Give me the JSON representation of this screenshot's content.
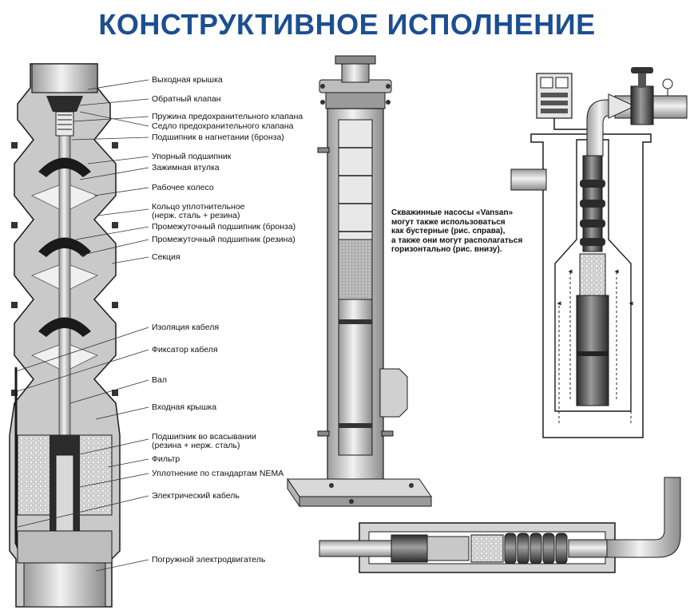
{
  "title": "КОНСТРУКТИВНОЕ ИСПОЛНЕНИЕ",
  "labels": [
    {
      "id": "outlet-cover",
      "text": "Выходная крышка",
      "lines": 1
    },
    {
      "id": "check-valve",
      "text": "Обратный клапан",
      "lines": 1
    },
    {
      "id": "safety-valve-spring",
      "text": "Пружина предохранительного клапана",
      "lines": 1
    },
    {
      "id": "safety-valve-seat",
      "text": "Седло предохранительного клапана",
      "lines": 1
    },
    {
      "id": "discharge-bearing",
      "text": "Подшипник в нагнетании (бронза)",
      "lines": 1
    },
    {
      "id": "thrust-bearing",
      "text": "Упорный подшипник",
      "lines": 1
    },
    {
      "id": "clamp-sleeve",
      "text": "Зажимная втулка",
      "lines": 1
    },
    {
      "id": "impeller",
      "text": "Рабочее колесо",
      "lines": 1
    },
    {
      "id": "seal-ring",
      "text": "Кольцо уплотнительное\n(нерж. сталь + резина)",
      "lines": 2
    },
    {
      "id": "intermediate-bearing-bronze",
      "text": "Промежуточный подшипник (бронза)",
      "lines": 1
    },
    {
      "id": "intermediate-bearing-rubber",
      "text": "Промежуточный подшипник (резина)",
      "lines": 1
    },
    {
      "id": "section",
      "text": "Секция",
      "lines": 1
    },
    {
      "id": "cable-insulation",
      "text": "Изоляция кабеля",
      "lines": 1
    },
    {
      "id": "cable-clamp",
      "text": "Фиксатор кабеля",
      "lines": 1
    },
    {
      "id": "shaft",
      "text": "Вал",
      "lines": 1
    },
    {
      "id": "inlet-cover",
      "text": "Входная крышка",
      "lines": 1
    },
    {
      "id": "suction-bearing",
      "text": "Подшипник во всасывании\n(резина + нерж. сталь)",
      "lines": 2
    },
    {
      "id": "filter",
      "text": "Фильтр",
      "lines": 1
    },
    {
      "id": "nema-seal",
      "text": "Уплотнение по стандартам NEMA",
      "lines": 1
    },
    {
      "id": "electric-cable",
      "text": "Электрический кабель",
      "lines": 1
    },
    {
      "id": "submersible-motor",
      "text": "Погружной электродвигатель",
      "lines": 1
    }
  ],
  "note": {
    "line1": "Скважинные насосы «Vansan»",
    "line2": "могут также использоваться",
    "line3": "как бустерные (рис. справа),",
    "line4": "а также они могут располагаться",
    "line5": "горизонтально (рис. внизу)."
  },
  "colors": {
    "title": "#1c4e92",
    "body_fill": "#cfcfcf",
    "dark": "#1a1a1a",
    "mid": "#8a8a8a",
    "light": "#e6e6e6"
  }
}
